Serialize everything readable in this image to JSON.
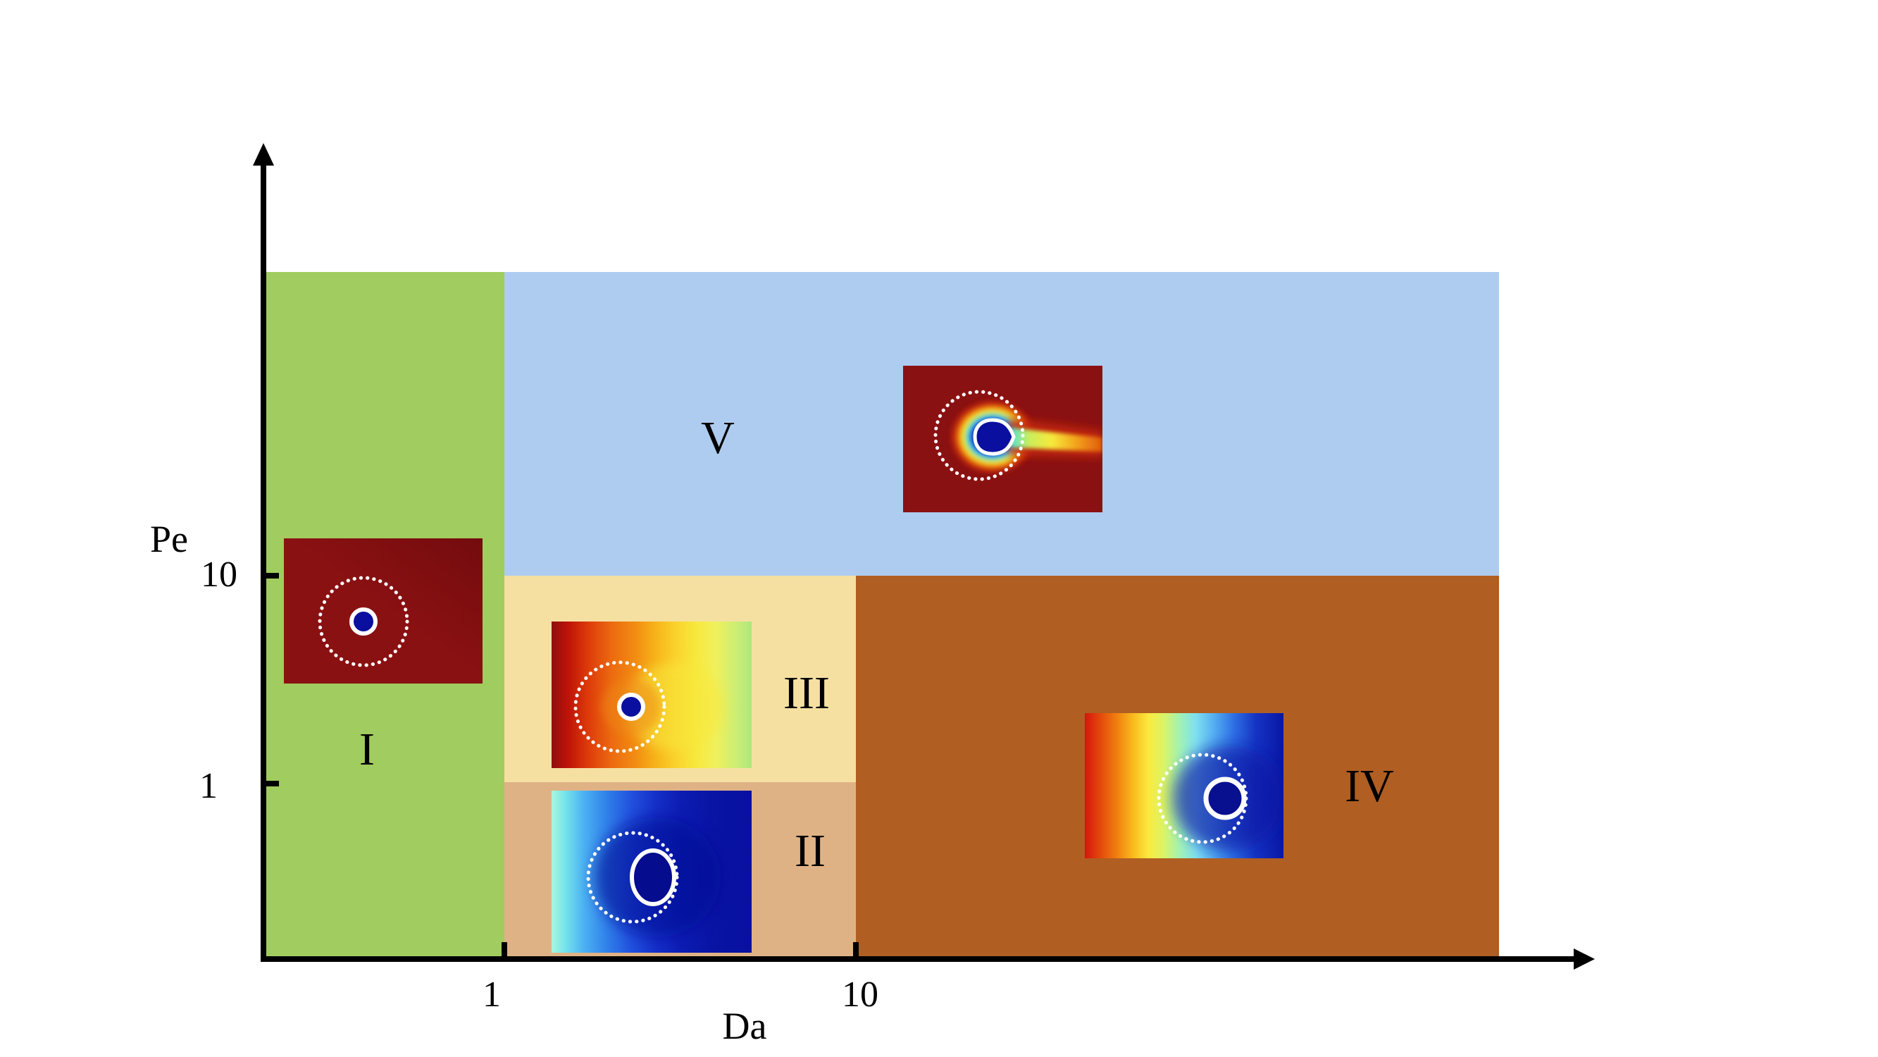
{
  "figure": {
    "description": "Regime phase diagram of Pe versus Da with five labeled regions, each illustrated by a concentration-field simulation snapshot inset",
    "background_color": "#FFFFFF",
    "axis_color": "#000000"
  },
  "axes": {
    "x": {
      "label": "Da",
      "ticks": [
        {
          "label": "1"
        },
        {
          "label": "10"
        }
      ]
    },
    "y": {
      "label": "Pe",
      "ticks": [
        {
          "label": "10"
        },
        {
          "label": "1"
        }
      ]
    }
  },
  "regions": [
    {
      "label": "I",
      "color": "#A1CC5F"
    },
    {
      "label": "II",
      "color": "#DFB286"
    },
    {
      "label": "III",
      "color": "#F5E0A2"
    },
    {
      "label": "IV",
      "color": "#B05E22"
    },
    {
      "label": "V",
      "color": "#AECCEF"
    }
  ],
  "chart_data": {
    "type": "area",
    "title": "",
    "xlabel": "Da",
    "ylabel": "Pe",
    "x_ticks": [
      1,
      10
    ],
    "y_ticks": [
      1,
      10
    ],
    "axis_scale": "schematic log-log with arrow axes",
    "legend": "none",
    "grid": false,
    "regions": [
      {
        "label": "I",
        "da_range": [
          "min",
          1
        ],
        "pe_range": [
          "min",
          "max"
        ],
        "color": "#A1CC5F"
      },
      {
        "label": "II",
        "da_range": [
          1,
          10
        ],
        "pe_range": [
          "min",
          1
        ],
        "color": "#DFB286"
      },
      {
        "label": "III",
        "da_range": [
          1,
          10
        ],
        "pe_range": [
          1,
          10
        ],
        "color": "#F5E0A2"
      },
      {
        "label": "IV",
        "da_range": [
          10,
          "max"
        ],
        "pe_range": [
          "min",
          10
        ],
        "color": "#B05E22"
      },
      {
        "label": "V",
        "da_range": [
          1,
          "max"
        ],
        "pe_range": [
          10,
          "max"
        ],
        "color": "#AECCEF"
      }
    ],
    "insets": [
      {
        "region": "I",
        "palette": [
          "#8A1112",
          "#0A0FA0",
          "#FFFFFF"
        ],
        "style": "uniform dark-red field, white dotted circle, small navy blob with white rim at circle center"
      },
      {
        "region": "II",
        "palette": [
          "#A8F8DC",
          "#2F7FE9",
          "#0810A0",
          "#FFFFFF"
        ],
        "style": "aqua-to-navy gradient field, white dotted circle, white oval interface offset right of circle center"
      },
      {
        "region": "III",
        "palette": [
          "#BC1208",
          "#F28D12",
          "#F8E83C",
          "#ACE87E",
          "#0A0FA0"
        ],
        "style": "red-to-yellow-green gradient field, white dotted circle, small navy blob with white rim"
      },
      {
        "region": "IV",
        "palette": [
          "#D6150D",
          "#FCE93E",
          "#7EDFF0",
          "#0A16A4",
          "#FFFFFF"
        ],
        "style": "full rainbow red-to-navy gradient field, white dotted circle, white circular interface offset right"
      },
      {
        "region": "V",
        "palette": [
          "#8A1112",
          "#0A0FA0",
          "#35C8EC",
          "#F6E93C",
          "#EE7E12"
        ],
        "style": "dark-red field, navy teardrop blob with rainbow plume inside white dotted circle, yellow-orange wake tail trailing to the right edge"
      }
    ]
  }
}
